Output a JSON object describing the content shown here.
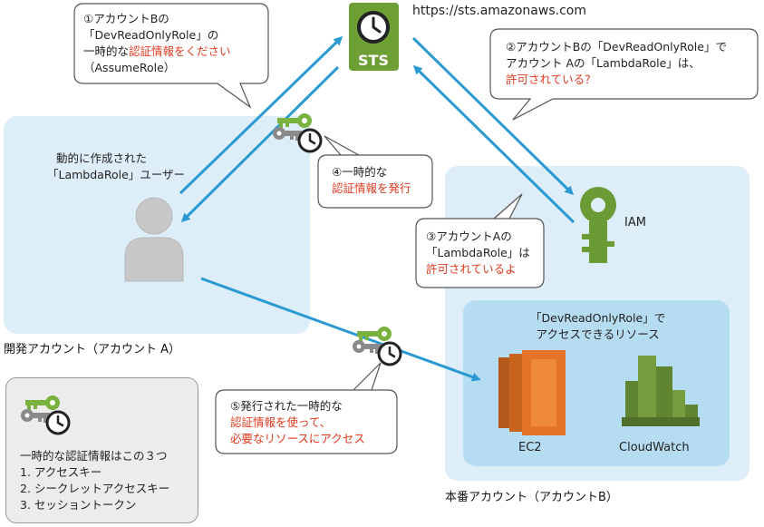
{
  "sts": {
    "label": "STS",
    "url": "https://sts.amazonaws.com"
  },
  "iam": {
    "label": "IAM"
  },
  "dev_account": {
    "title": "開発アカウント（アカウント A）",
    "user_caption_line1": "動的に作成された",
    "user_caption_line2": "「LambdaRole」ユーザー"
  },
  "prod_account": {
    "title": "本番アカウント（アカウントB）",
    "resources_caption_line1": "「DevReadOnlyRole」で",
    "resources_caption_line2": "アクセスできるリソース",
    "ec2_label": "EC2",
    "cloudwatch_label": "CloudWatch"
  },
  "bubbles": {
    "step1": {
      "line1": "①アカウントBの",
      "line2": "「DevReadOnlyRole」の",
      "line3_plain": "一時的な",
      "line3_red": "認証情報をください",
      "line4": "（AssumeRole）"
    },
    "step2": {
      "line1": "②アカウントBの「DevReadOnlyRole」で",
      "line2": "アカウント Aの「LambdaRole」は、",
      "line3_red": "許可されている？"
    },
    "step3": {
      "line1": "③アカウントAの",
      "line2": "「LambdaRole」は",
      "line3_red": "許可されているよ"
    },
    "step4": {
      "line1": "④一時的な",
      "line2_red": "認証情報を発行"
    },
    "step5": {
      "line1": "⑤発行された一時的な",
      "line2_red": "認証情報を使って、",
      "line3_red": "必要なリソースにアクセス"
    }
  },
  "legend": {
    "title": "一時的な認証情報はこの３つ",
    "items": [
      "1. アクセスキー",
      "2. シークレットアクセスキー",
      "3. セッショントークン"
    ]
  },
  "colors": {
    "arrow": "#2b9ad2",
    "sts_green": "#6e9f35",
    "iam_green": "#6a9b34",
    "ec2_orange": "#e47428",
    "cloudwatch_green": "#759c3e",
    "key_green": "#79b23e",
    "highlight_red": "#e03a1f",
    "region_blue": "#deeef8",
    "resource_blue": "#b5dcf1"
  },
  "icons": [
    "sts-clock-icon",
    "iam-key-icon",
    "user-silhouette-icon",
    "temp-credential-icon",
    "ec2-icon",
    "cloudwatch-icon"
  ]
}
